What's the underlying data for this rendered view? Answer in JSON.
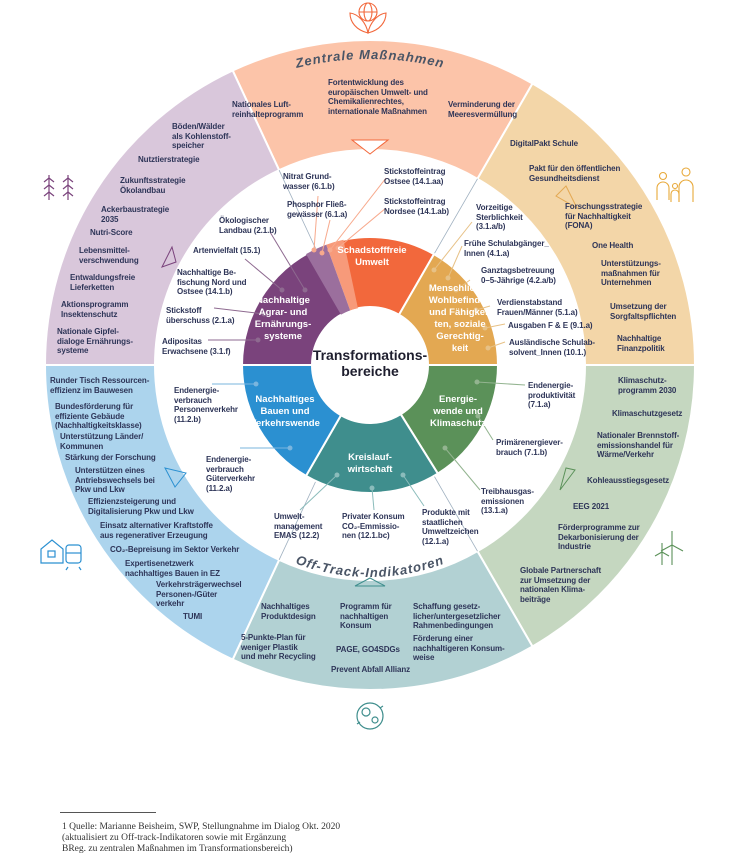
{
  "center": {
    "title": "Transformations-\nbereiche"
  },
  "ring_titles": {
    "top": "Zentrale Maßnahmen",
    "bottom": "Off-Track-Indikatoren"
  },
  "colors": {
    "outer": {
      "umwelt": "#fcc4a9",
      "wohlbefinden": "#f3d6a8",
      "energie": "#c5d7c0",
      "kreislauf": "#b2d1d3",
      "bauen": "#acd4ed",
      "agrar": "#d9c7db"
    },
    "inner": {
      "umwelt": "#f2683c",
      "wohlbefinden": "#e3a852",
      "energie": "#5b9159",
      "kreislauf": "#3f8e8d",
      "bauen": "#2b90d1",
      "agrar": "#7a437c"
    }
  },
  "areas": {
    "umwelt": "Schadstofffreie\nUmwelt",
    "agrar": "Nachhaltige\nAgrar- und\nErnährungs-\nsysteme",
    "wohlbefinden": "Menschliches\nWohlbefinden\nund Fähigkei-\nten, soziale\nGerechtig-\nkeit",
    "energie": "Energie-\nwende und\nKlimaschutz",
    "kreislauf": "Kreislauf-\nwirtschaft",
    "bauen": "Nachhaltiges\nBauen und\nVerkehrswende"
  },
  "measures": {
    "umwelt": [
      "Nationales Luft-\nreinhalteprogramm",
      "Fortentwicklung des\neuropäischen Umwelt- und\nChemikalienrechtes,\ninternationale Maßnahmen",
      "Verminderung der\nMeeresvermüllung"
    ],
    "wohlbefinden": [
      "DigitalPakt Schule",
      "Pakt für den öffentlichen\nGesundheitsdienst",
      "Forschungsstrategie\nfür Nachhaltigkeit\n(FONA)",
      "One Health",
      "Unterstützungs-\nmaßnahmen für\nUnternehmen",
      "Umsetzung der\nSorgfaltspflichten",
      "Nachhaltige\nFinanzpolitik"
    ],
    "energie": [
      "Klimaschutz-\nprogramm 2030",
      "Klimaschutzgesetz",
      "Nationaler Brennstoff-\nemissionshandel für\nWärme/Verkehr",
      "Kohleausstiegsgesetz",
      "EEG 2021",
      "Förderprogramme zur\nDekarbonisierung der\nIndustrie",
      "Globale Partnerschaft\nzur Umsetzung der\nnationalen Klima-\nbeiträge"
    ],
    "kreislauf": [
      "Nachhaltiges\nProduktdesign",
      "Programm für\nnachhaltigen\nKonsum",
      "Schaffung gesetz-\nlicher/untergesetzlicher\nRahmenbedingungen",
      "5-Punkte-Plan für\nweniger Plastik\nund mehr Recycling",
      "PAGE, GO4SDGs",
      "Förderung einer\nnachhaltigeren Konsum-\nweise",
      "Prevent Abfall Allianz"
    ],
    "bauen": [
      "Runder Tisch Ressourcen-\neffizienz im Bauwesen",
      "Bundesförderung für\neffiziente Gebäude\n(Nachhaltigkeitsklasse)",
      "Unterstützung Länder/\nKommunen",
      "Stärkung der Forschung",
      "Unterstützen eines\nAntriebswechsels bei\nPkw und Lkw",
      "Effizienzsteigerung und\nDigitalisierung Pkw und Lkw",
      "Einsatz alternativer Kraftstoffe\naus regenerativer Erzeugung",
      "CO₂-Bepreisung im Sektor Verkehr",
      "Expertisenetzwerk\nnachhaltiges Bauen in EZ",
      "Verkehrsträgerwechsel\nPersonen-/Güter\nverkehr",
      "TUMI"
    ],
    "agrar": [
      "Böden/Wälder\nals Kohlenstoff-\nspeicher",
      "Nutztierstrategie",
      "Zukunftsstrategie\nÖkolandbau",
      "Ackerbaustrategie\n2035",
      "Nutri-Score",
      "Lebensmittel-\nverschwendung",
      "Entwaldungsfreie\nLieferketten",
      "Aktionsprogramm\nInsektenschutz",
      "Nationale Gipfel-\ndialoge Ernährungs-\nsysteme"
    ]
  },
  "indicators": {
    "umwelt": [
      "Nitrat Grund-\nwasser (6.1.b)",
      "Phosphor Fließ-\ngewässer (6.1.a)",
      "Stickstoffeintrag\nOstsee (14.1.aa)",
      "Stickstoffeintrag\nNordsee (14.1.ab)"
    ],
    "agrar": [
      "Ökologischer\nLandbau (2.1.b)",
      "Artenvielfalt (15.1)",
      "Nachhaltige Be-\nfischung Nord und\nOstsee (14.1.b)",
      "Stickstoff\nüberschuss (2.1.a)",
      "Adipositas\nErwachsene (3.1.f)"
    ],
    "wohlbefinden": [
      "Vorzeitige\nSterblichkeit\n(3.1.a/b)",
      "Frühe Schulabgänger_\nInnen (4.1.a)",
      "Ganztagsbetreuung\n0–5-Jährige (4.2.a/b)",
      "Verdienstabstand\nFrauen/Männer (5.1.a)",
      "Ausgaben F & E (9.1.a)",
      "Ausländische Schulab-\nsolvent_Innen (10.1.)"
    ],
    "energie": [
      "Endenergie-\nproduktivität\n(7.1.a)",
      "Primärenergiever-\nbrauch (7.1.b)",
      "Treibhausgas-\nemissionen\n(13.1.a)"
    ],
    "bauen": [
      "Endenergie-\nverbrauch\nPersonenverkehr\n(11.2.b)",
      "Endenergie-\nverbrauch\nGüterverkehr\n(11.2.a)"
    ],
    "kreislauf": [
      "Umwelt-\nmanagement\nEMAS (12.2)",
      "Privater Konsum\nCO₂-Emmissio-\nnen (12.1.bc)",
      "Produkte mit\nstaatlichen\nUmweltzeichen\n(12.1.a)"
    ]
  },
  "footnote": "1 Quelle: Marianne Beisheim, SWP, Stellungnahme im Dialog Okt. 2020\n   (aktualisiert zu Off-track-Indikatoren sowie mit Ergänzung\n   BReg. zu zentralen Maßnahmen im Transformationsbereich)"
}
